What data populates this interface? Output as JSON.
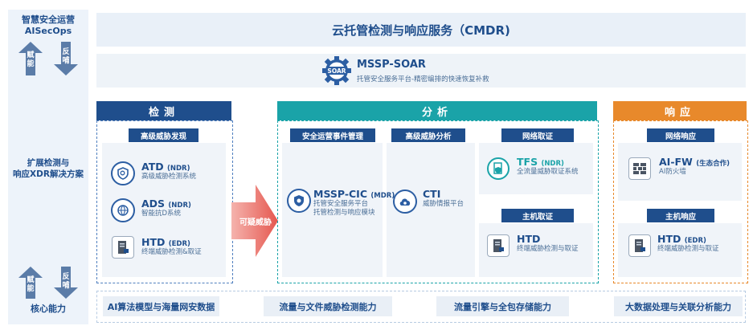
{
  "left_column": {
    "top_title_line1": "智慧安全运营",
    "top_title_line2": "AISecOps",
    "arrow_up_label": "赋能",
    "arrow_down_label": "反哺",
    "middle_title_line1": "扩展检测与",
    "middle_title_line2": "响应XDR解决方案",
    "arrow_up_label_2": "赋能",
    "arrow_down_label_2": "反哺",
    "bottom_title": "核心能力"
  },
  "header": {
    "title": "云托管检测与响应服务（CMDR)"
  },
  "soar": {
    "badge": "SOAR",
    "name": "MSSP-SOAR",
    "desc": "托管安全服务平台-精密编排的快速恢复补救"
  },
  "detection": {
    "title": "检测",
    "subheader": "高级威胁发现",
    "items": [
      {
        "name": "ATD",
        "tag": "(NDR)",
        "desc": "高级威胁检测系统",
        "icon": "shield-search-icon"
      },
      {
        "name": "ADS",
        "tag": "(NDR)",
        "desc": "智能抗D系统",
        "icon": "globe-shield-icon"
      },
      {
        "name": "HTD",
        "tag": "(EDR)",
        "desc": "终端威胁检测&取证",
        "icon": "server-lock-icon"
      }
    ]
  },
  "middle_arrow": {
    "label": "可疑威胁"
  },
  "analysis": {
    "title": "分析",
    "sub1": "安全运营事件管理",
    "sub2": "高级威胁分析",
    "sub3": "网络取证",
    "sub4": "主机取证",
    "cic": {
      "name": "MSSP-CIC",
      "tag": "(MDR)",
      "desc1": "托管安全服务平台",
      "desc2": "托管检测与响应模块",
      "icon": "shield-gear-icon"
    },
    "cti": {
      "name": "CTI",
      "desc": "威胁情报平台",
      "icon": "cloud-intel-icon"
    },
    "tfs": {
      "name": "TFS",
      "tag": "(NDR)",
      "desc": "全流量威胁取证系统",
      "icon": "document-shield-icon"
    },
    "htd": {
      "name": "HTD",
      "desc": "终端威胁检测与取证",
      "icon": "server-lock-icon"
    }
  },
  "response": {
    "title": "响应",
    "sub1": "网络响应",
    "sub2": "主机响应",
    "fw": {
      "name": "AI-FW",
      "tag": "(生态合作)",
      "desc": "AI防火墙",
      "icon": "firewall-icon"
    },
    "htd": {
      "name": "HTD",
      "tag": "(EDR)",
      "desc": "终端威胁检测与取证",
      "icon": "server-lock-icon"
    }
  },
  "capabilities": [
    "AI算法模型与海量网安数据",
    "流量与文件威胁检测能力",
    "流量引擎与全包存储能力",
    "大数据处理与关联分析能力"
  ],
  "colors": {
    "navy": "#1f4e8c",
    "teal": "#1aa3a8",
    "orange": "#e8892b",
    "arrow_red": "#e5574f"
  }
}
